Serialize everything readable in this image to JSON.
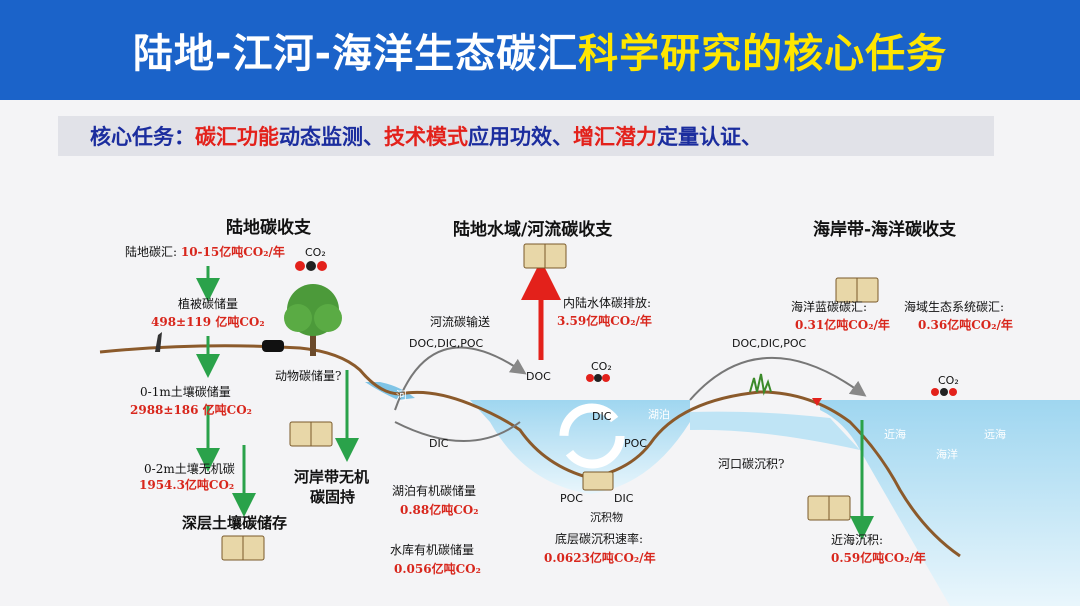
{
  "title": {
    "part1": "陆地-江河-海洋生态碳汇",
    "part2": "科学研究的核心任务"
  },
  "tasks": {
    "prefix": "核心任务：",
    "t1_red": "碳汇功能",
    "t1_blue": "动态监测、",
    "t2_red": "技术模式",
    "t2_blue": "应用功效、",
    "t3_red": "增汇潜力",
    "t3_blue": "定量认证、"
  },
  "sections": {
    "land": "陆地碳收支",
    "river": "陆地水域/河流碳收支",
    "coast": "海岸带-海洋碳收支"
  },
  "land": {
    "sink_label": "陆地碳汇: ",
    "sink_value": "10-15亿吨CO₂/年",
    "veg_label": "植被碳储量",
    "veg_value": "498±119 亿吨CO₂",
    "animal_label": "动物碳储量?",
    "soil1_label": "0-1m土壤碳储量",
    "soil1_value": "2988±186 亿吨CO₂",
    "soil2_label": "0-2m土壤无机碳",
    "soil2_value": "1954.3亿吨CO₂",
    "deep_label": "深层土壤碳储存",
    "riverbank_line1": "河岸带无机",
    "riverbank_line2": "碳固持",
    "co2": "CO₂"
  },
  "river": {
    "transport_label": "河流碳输送",
    "doc_dic_poc": "DOC,DIC,POC",
    "dic": "DIC",
    "doc": "DOC",
    "emission_label": "内陆水体碳排放:",
    "emission_value": "3.59亿吨CO₂/年",
    "river_word": "河",
    "lake_word": "湖泊",
    "lake_storage_label": "湖泊有机碳储量",
    "lake_storage_value": "0.88亿吨CO₂",
    "reservoir_label": "水库有机碳储量",
    "reservoir_value": "0.056亿吨CO₂",
    "poc": "POC",
    "sediment": "沉积物",
    "sed_rate_label": "底层碳沉积速率:",
    "sed_rate_value": "0.0623亿吨CO₂/年",
    "co2": "CO₂"
  },
  "coast": {
    "doc_dic_poc": "DOC,DIC,POC",
    "blue_carbon_label": "海洋蓝碳碳汇:",
    "blue_carbon_value": "0.31亿吨CO₂/年",
    "sea_eco_label": "海域生态系统碳汇:",
    "sea_eco_value": "0.36亿吨CO₂/年",
    "estuary_label": "河口碳沉积?",
    "near_sea": "近海",
    "ocean": "海洋",
    "near_sea2": "远海",
    "near_dep_label": "近海沉积:",
    "near_dep_value": "0.59亿吨CO₂/年",
    "co2": "CO₂"
  },
  "colors": {
    "title_bg": "#1b63c9",
    "accent_red": "#e3211b",
    "accent_blue": "#1b2d9e",
    "green_arrow": "#2aa24a",
    "water": "#7fc4e6"
  }
}
